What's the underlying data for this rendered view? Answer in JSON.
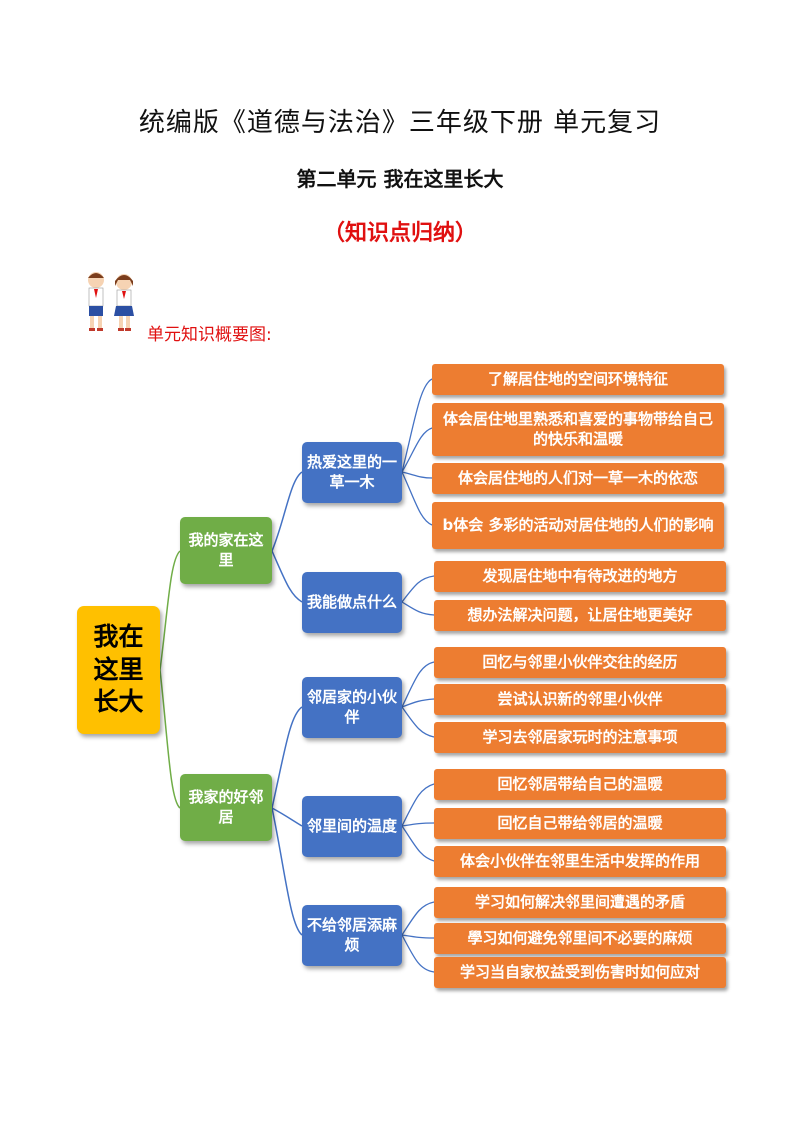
{
  "doc": {
    "title": "统编版《道德与法治》三年级下册 单元复习",
    "subtitle": "第二单元  我在这里长大",
    "knowledge_points": "（知识点归纳）",
    "overview_label": "单元知识概要图:"
  },
  "mindmap": {
    "root": "我在这里长大",
    "branches": [
      {
        "label": "我的家在这里",
        "topics": [
          {
            "label": "热爱这里的一草一木",
            "items": [
              "了解居住地的空间环境特征",
              "体会居住地里熟悉和喜爱的事物带给自己的快乐和温暖",
              "体会居住地的人们对一草一木的依恋",
              "b体会 多彩的活动对居住地的人们的影响"
            ]
          },
          {
            "label": "我能做点什么",
            "items": [
              "发现居住地中有待改进的地方",
              "想办法解决问题，让居住地更美好"
            ]
          }
        ]
      },
      {
        "label": "我家的好邻居",
        "topics": [
          {
            "label": "邻居家的小伙伴",
            "items": [
              "回忆与邻里小伙伴交往的经历",
              "尝试认识新的邻里小伙伴",
              "学习去邻居家玩时的注意事项"
            ]
          },
          {
            "label": "邻里间的温度",
            "items": [
              "回忆邻居带给自己的温暖",
              "回忆自己带给邻居的温暖",
              "体会小伙伴在邻里生活中发挥的作用"
            ]
          },
          {
            "label": "不给邻居添麻烦",
            "items": [
              "学习如何解决邻里间遭遇的矛盾",
              "學习如何避免邻里间不必要的麻烦",
              "学习当自家权益受到伤害时如何应对"
            ]
          }
        ]
      }
    ],
    "colors": {
      "root": "#ffc000",
      "branch": "#70ad47",
      "topic": "#4472c4",
      "leaf": "#ed7d31",
      "connector_green": "#70ad47",
      "connector_blue": "#4472c4",
      "accent_red": "#e01010"
    }
  }
}
